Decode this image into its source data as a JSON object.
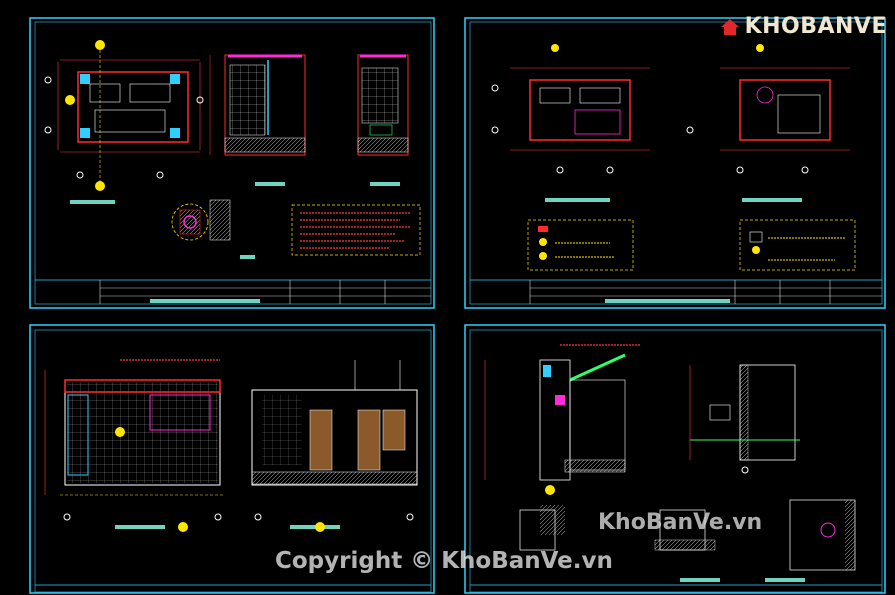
{
  "logo": {
    "text": "KHOBANVE"
  },
  "watermark": {
    "main": "Copyright © KhoBanVe.vn",
    "side": "KhoBanVe.vn"
  },
  "colors": {
    "frame": "#2fd0ff",
    "wall": "#ff2a2a",
    "dim": "#ff3a3a",
    "note": "#ffe600",
    "title_bar": "#6fd3c0",
    "magenta": "#ff2bd6",
    "white": "#ffffff",
    "green": "#2bff6a"
  },
  "sheets": [
    {
      "id": "sheet-top-left"
    },
    {
      "id": "sheet-top-right"
    },
    {
      "id": "sheet-bottom-left"
    },
    {
      "id": "sheet-bottom-right"
    }
  ]
}
